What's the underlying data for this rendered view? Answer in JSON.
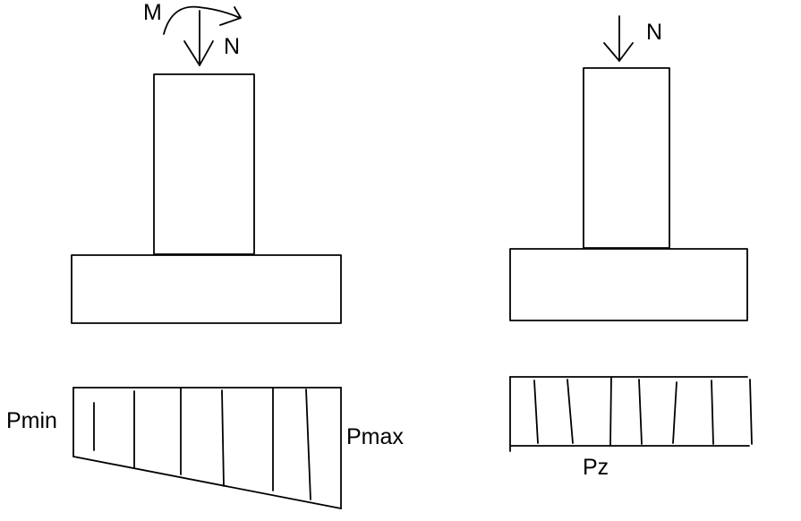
{
  "colors": {
    "ink": "#000000",
    "background": "#ffffff"
  },
  "left_foundation": {
    "moment_label": "M",
    "axial_label": "N",
    "pressure_min_label": "Pmin",
    "pressure_max_label": "Pmax"
  },
  "right_foundation": {
    "axial_label": "N",
    "pressure_label": "Pz"
  }
}
